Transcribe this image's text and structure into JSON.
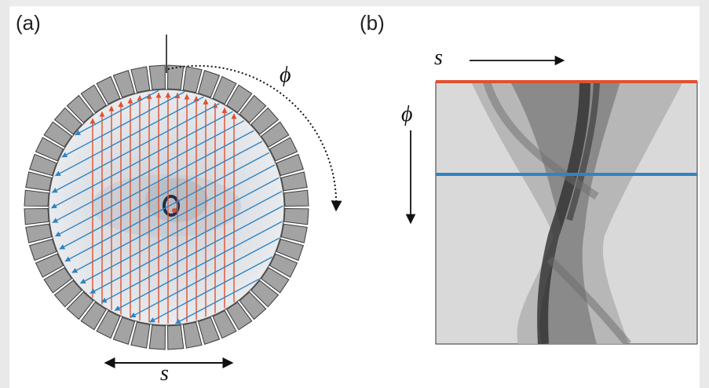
{
  "panels": {
    "a": {
      "label": "(a)",
      "angle_symbol": "ϕ",
      "offset_symbol": "s"
    },
    "b": {
      "label": "(b)",
      "angle_symbol": "ϕ",
      "offset_symbol": "s"
    }
  },
  "colors": {
    "detector_fill": "#a3a3a3",
    "detector_stroke": "#3a3a3a",
    "red_projection": "#e2502f",
    "blue_projection": "#2f84c4",
    "sinogram_bg": "#dcdcdc"
  }
}
